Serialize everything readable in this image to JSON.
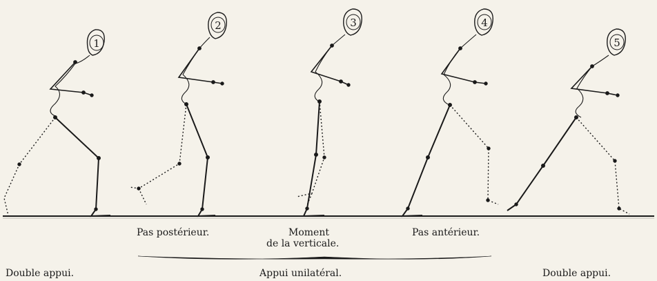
{
  "figures": [
    {
      "number": "1"
    },
    {
      "number": "2"
    },
    {
      "number": "3"
    },
    {
      "number": "4"
    },
    {
      "number": "5"
    }
  ],
  "captions": {
    "pas_posterieur": "Pas postérieur.",
    "moment_line1": "Moment",
    "moment_line2": "de la verticale.",
    "pas_anterieur": "Pas antérieur.",
    "double_appui_left": "Double appui.",
    "appui_unilateral": "Appui unilatéral.",
    "double_appui_right": "Double appui."
  },
  "colors": {
    "ink": "#1a1a1a",
    "paper": "#f5f2ea"
  }
}
